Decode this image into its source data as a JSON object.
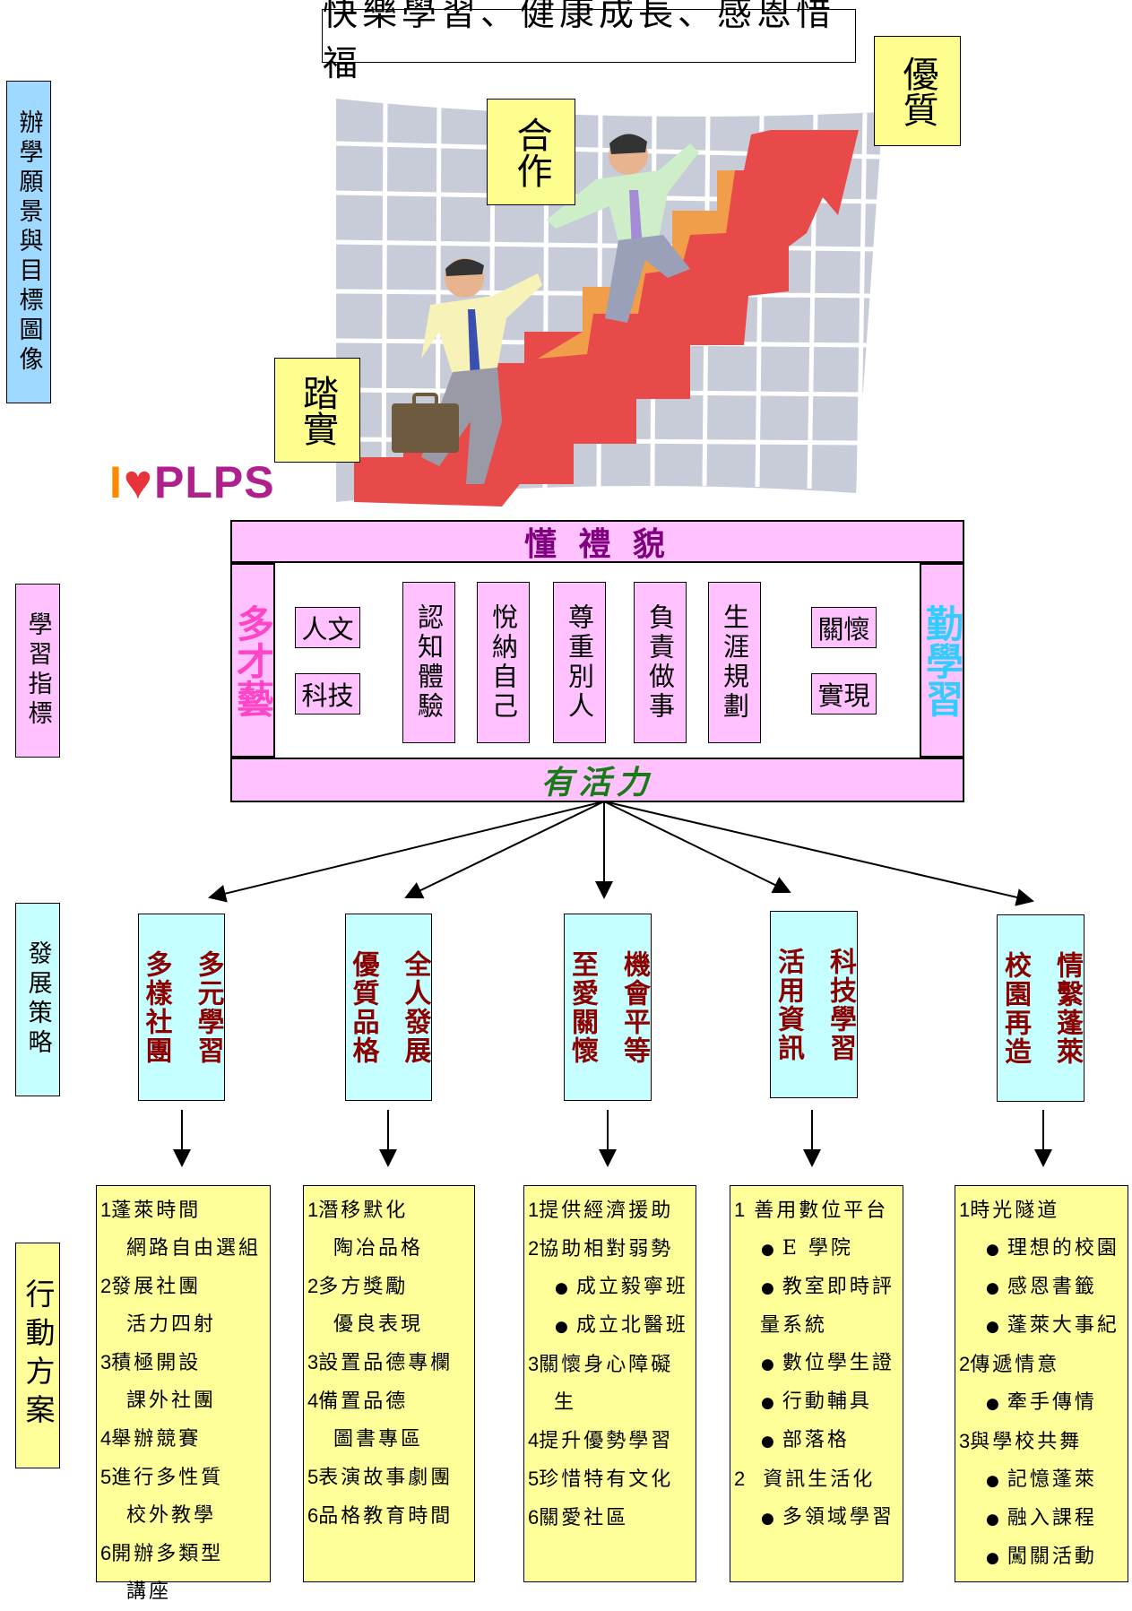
{
  "title": "快樂學習、健康成長、感恩惜福",
  "side_labels": {
    "vision": "辦學願景與目標圖像",
    "indicators": "學習指標",
    "strategies": "發展策略",
    "actions": "行動方案"
  },
  "vision_words": {
    "top_right": "優質",
    "middle": "合作",
    "bottom": "踏實"
  },
  "logo": {
    "text": "PLPS",
    "letter": "I"
  },
  "framework": {
    "top": "懂 禮 貌",
    "bottom": "有活力",
    "left": "多才藝",
    "right": "勤學習",
    "left_items": [
      "人文",
      "科技"
    ],
    "right_items": [
      "關懷",
      "實現"
    ],
    "center_items": [
      "認知體驗",
      "悅納自己",
      "尊重別人",
      "負責做事",
      "生涯規劃"
    ]
  },
  "strategies": [
    {
      "col1": "多元學習",
      "col2": "多樣社團"
    },
    {
      "col1": "全人發展",
      "col2": "優質品格"
    },
    {
      "col1": "機會平等",
      "col2": "至愛關懷"
    },
    {
      "col1": "科技學習",
      "col2": "活用資訊"
    },
    {
      "col1": "情繫蓬萊",
      "col2": "校園再造"
    }
  ],
  "actions": [
    [
      {
        "n": "1",
        "t": "蓬萊時間",
        "type": "num"
      },
      {
        "t": "網路自由選組",
        "type": "indent"
      },
      {
        "n": "2",
        "t": "發展社團",
        "type": "num"
      },
      {
        "t": "活力四射",
        "type": "indent"
      },
      {
        "n": "3",
        "t": "積極開設",
        "type": "num"
      },
      {
        "t": "課外社團",
        "type": "indent"
      },
      {
        "n": "4",
        "t": "舉辦競賽",
        "type": "num"
      },
      {
        "n": "5",
        "t": "進行多性質",
        "type": "num"
      },
      {
        "t": "校外教學",
        "type": "indent"
      },
      {
        "n": "6",
        "t": "開辦多類型",
        "type": "num"
      },
      {
        "t": "講座",
        "type": "indent"
      }
    ],
    [
      {
        "n": "1",
        "t": "潛移默化",
        "type": "num"
      },
      {
        "t": "陶冶品格",
        "type": "indent"
      },
      {
        "n": "2",
        "t": "多方獎勵",
        "type": "num"
      },
      {
        "t": "優良表現",
        "type": "indent"
      },
      {
        "n": "3",
        "t": "設置品德專欄",
        "type": "num"
      },
      {
        "n": "4",
        "t": "備置品德",
        "type": "num"
      },
      {
        "t": "圖書專區",
        "type": "indent"
      },
      {
        "n": "5",
        "t": "表演故事劇團",
        "type": "num"
      },
      {
        "n": "6",
        "t": "品格教育時間",
        "type": "num"
      }
    ],
    [
      {
        "n": "1",
        "t": "提供經濟援助",
        "type": "num"
      },
      {
        "n": "2",
        "t": "協助相對弱勢",
        "type": "num"
      },
      {
        "t": "成立毅寧班",
        "type": "bullet"
      },
      {
        "t": "成立北醫班",
        "type": "bullet"
      },
      {
        "n": "3",
        "t": "關懷身心障礙",
        "type": "num"
      },
      {
        "t": "生",
        "type": "indent"
      },
      {
        "n": "4",
        "t": "提升優勢學習",
        "type": "num"
      },
      {
        "n": "5",
        "t": "珍惜特有文化",
        "type": "num"
      },
      {
        "n": "6",
        "t": "關愛社區",
        "type": "num"
      }
    ],
    [
      {
        "n": "1",
        "t": " 善用數位平台",
        "type": "num"
      },
      {
        "t": "E 學院",
        "type": "bullet"
      },
      {
        "t": "教室即時評",
        "type": "bullet"
      },
      {
        "t": "量系統",
        "type": "indent"
      },
      {
        "t": "數位學生證",
        "type": "bullet"
      },
      {
        "t": "行動輔具",
        "type": "bullet"
      },
      {
        "t": "部落格",
        "type": "bullet"
      },
      {
        "n": "2",
        "t": "  資訊生活化",
        "type": "num"
      },
      {
        "t": "多領域學習",
        "type": "bullet"
      }
    ],
    [
      {
        "n": "1",
        "t": "時光隧道",
        "type": "num"
      },
      {
        "t": "理想的校園",
        "type": "bullet"
      },
      {
        "t": "感恩書籤",
        "type": "bullet"
      },
      {
        "t": "蓬萊大事紀",
        "type": "bullet"
      },
      {
        "n": "2",
        "t": "傳遞情意",
        "type": "num"
      },
      {
        "t": "牽手傳情",
        "type": "bullet"
      },
      {
        "n": "3",
        "t": "與學校共舞",
        "type": "num"
      },
      {
        "t": "記憶蓬萊",
        "type": "bullet"
      },
      {
        "t": "融入課程",
        "type": "bullet"
      },
      {
        "t": "闖關活動",
        "type": "bullet"
      }
    ]
  ],
  "colors": {
    "vision_label": "#9fd9ff",
    "pink": "#ffc2ff",
    "cyan": "#c6ffff",
    "yellow": "#ffff99",
    "magenta_text": "#ff44c8",
    "cyan_text": "#33ccff",
    "maroon_text": "#8b0000",
    "green_text": "#1a7a1a",
    "purple_text": "#800080"
  }
}
